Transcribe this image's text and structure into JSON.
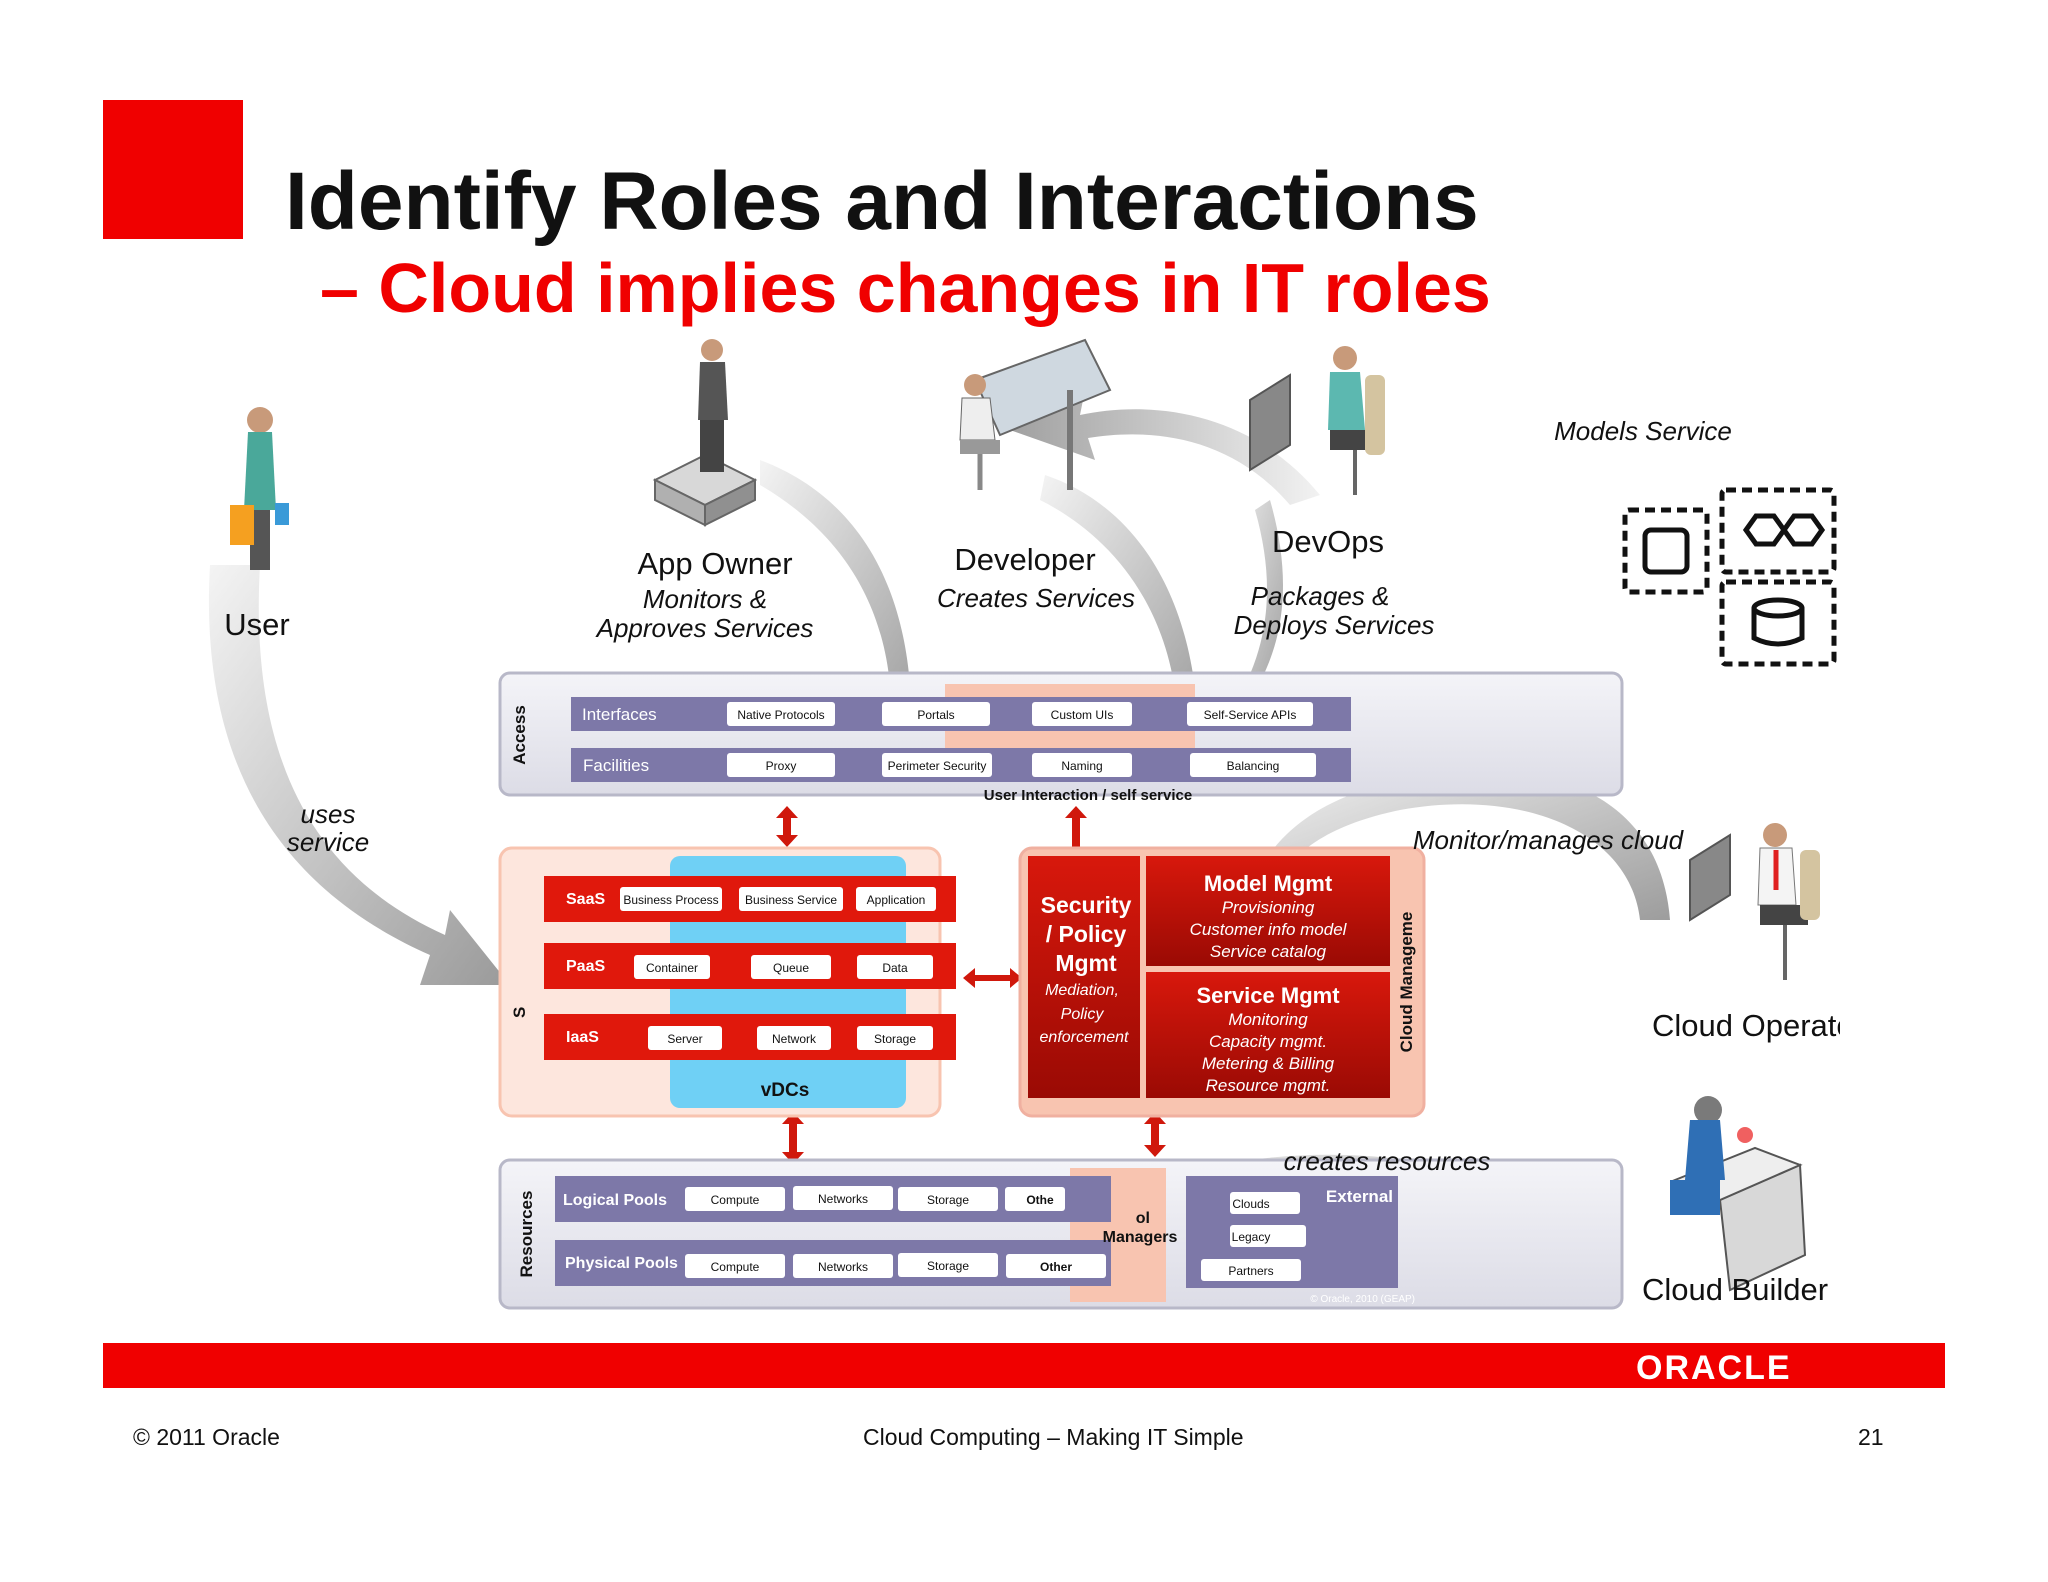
{
  "title": "Identify Roles and Interactions",
  "subtitle": "– Cloud implies changes in IT roles",
  "roles": {
    "user": {
      "name": "User"
    },
    "app_owner": {
      "name": "App Owner",
      "desc1": "Monitors &",
      "desc2": "Approves Services"
    },
    "developer": {
      "name": "Developer",
      "desc1": "Creates Services"
    },
    "devops": {
      "name": "DevOps",
      "desc1": "Packages &",
      "desc2": "Deploys Services"
    },
    "cloud_operator": {
      "name": "Cloud Operator"
    },
    "cloud_builder": {
      "name": "Cloud Builder"
    }
  },
  "arrows": {
    "models": "Models Service",
    "uses1": "uses",
    "uses2": "service",
    "monitor": "Monitor/manages cloud",
    "creates": "creates resources"
  },
  "access": {
    "label": "Access",
    "interfaces": {
      "label": "Interfaces",
      "items": [
        "Native Protocols",
        "Portals",
        "Custom UIs",
        "Self-Service APIs"
      ]
    },
    "facilities": {
      "label": "Facilities",
      "items": [
        "Proxy",
        "Perimeter Security",
        "Naming",
        "Balancing"
      ]
    },
    "footer": "User Interaction / self service"
  },
  "services": {
    "side_label": "S",
    "saas": {
      "label": "SaaS",
      "items": [
        "Business Process",
        "Business Service",
        "Application"
      ]
    },
    "paas": {
      "label": "PaaS",
      "items": [
        "Container",
        "Queue",
        "Data"
      ]
    },
    "iaas": {
      "label": "IaaS",
      "items": [
        "Server",
        "Network",
        "Storage"
      ]
    },
    "vdcs": "vDCs"
  },
  "mgmt": {
    "security1": "Security",
    "security2": "/ Policy",
    "security3": "Mgmt",
    "security_sub1": "Mediation,",
    "security_sub2": "Policy",
    "security_sub3": "enforcement",
    "model_title": "Model Mgmt",
    "model_items": [
      "Provisioning",
      "Customer info model",
      "Service catalog"
    ],
    "service_title": "Service Mgmt",
    "service_items": [
      "Monitoring",
      "Capacity mgmt.",
      "Metering & Billing",
      "Resource mgmt."
    ],
    "side_label": "Cloud Manageme"
  },
  "resources": {
    "label": "Resources",
    "logical": {
      "label": "Logical Pools",
      "items": [
        "Compute",
        "Networks",
        "Storage",
        "Othe"
      ]
    },
    "physical": {
      "label": "Physical Pools",
      "items": [
        "Compute",
        "Networks",
        "Storage",
        "Other"
      ]
    },
    "managers_fragment": "ol",
    "managers": "Managers",
    "external": {
      "label": "External",
      "items": [
        "Clouds",
        "Legacy",
        "Partners"
      ]
    },
    "copyright": "© Oracle, 2010 (GEAP)"
  },
  "footer": {
    "brand": "ORACLE",
    "left": "© 2011 Oracle",
    "center": "Cloud Computing – Making IT Simple",
    "page": "21"
  },
  "colors": {
    "brand_red": "#f00000",
    "bar_purple": "#7d78a8",
    "vdc_blue": "#6fd0f5",
    "mgmt_red": "#c8140a"
  }
}
